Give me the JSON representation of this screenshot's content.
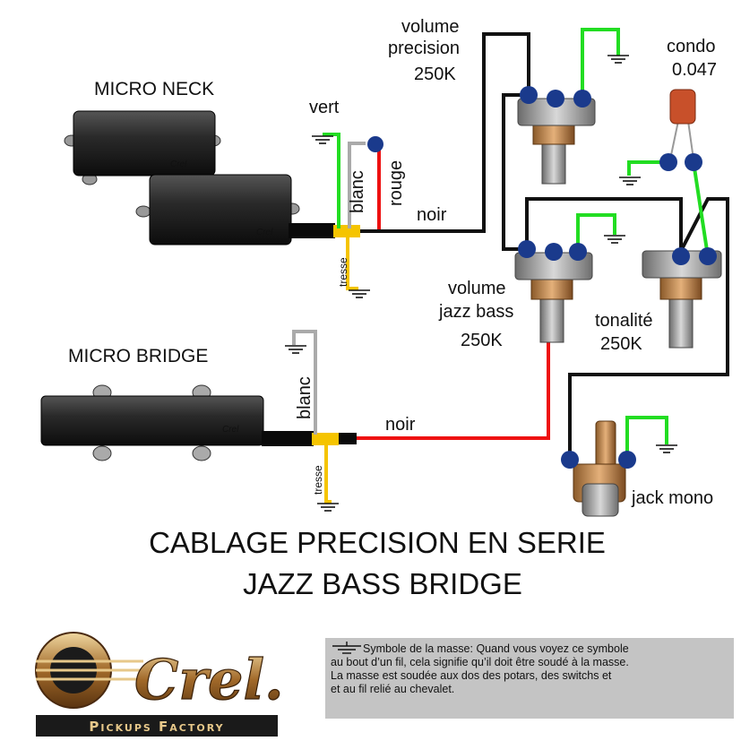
{
  "labels": {
    "micro_neck": "MICRO NECK",
    "micro_bridge": "MICRO BRIDGE",
    "vert": "vert",
    "blanc_neck": "blanc",
    "rouge": "rouge",
    "noir_neck": "noir",
    "tresse_neck": "tresse",
    "blanc_bridge": "blanc",
    "noir_bridge": "noir",
    "tresse_bridge": "tresse",
    "volume_precision_1": "volume",
    "volume_precision_2": "precision",
    "volume_precision_3": "250K",
    "condo_1": "condo",
    "condo_2": "0.047",
    "volume_jazz_1": "volume",
    "volume_jazz_2": "jazz bass",
    "volume_jazz_3": "250K",
    "tonalite_1": "tonalité",
    "tonalite_2": "250K",
    "jack": "jack mono",
    "pickup_brand": "Crel"
  },
  "title": {
    "line1": "CABLAGE PRECISION EN SERIE",
    "line2": "JAZZ BASS BRIDGE"
  },
  "logo": {
    "brand": "Crel.",
    "tagline": "Pickups Factory"
  },
  "note": {
    "line1": "Symbole de la masse: Quand vous voyez ce symbole",
    "line2": "au bout d’un fil, cela signifie qu’il doit être soudé à la masse.",
    "line3": "La masse est soudée aux dos des potars, des switchs et",
    "line4": "et au fil relié au chevalet."
  },
  "colors": {
    "wire_green": "#22dd22",
    "wire_red": "#ee1111",
    "wire_black": "#111111",
    "wire_white": "#aaaaaa",
    "wire_braid": "#f5c400",
    "solder_dot": "#1a3a8c",
    "capacitor": "#c8502a",
    "note_bg": "#c4c4c4"
  }
}
